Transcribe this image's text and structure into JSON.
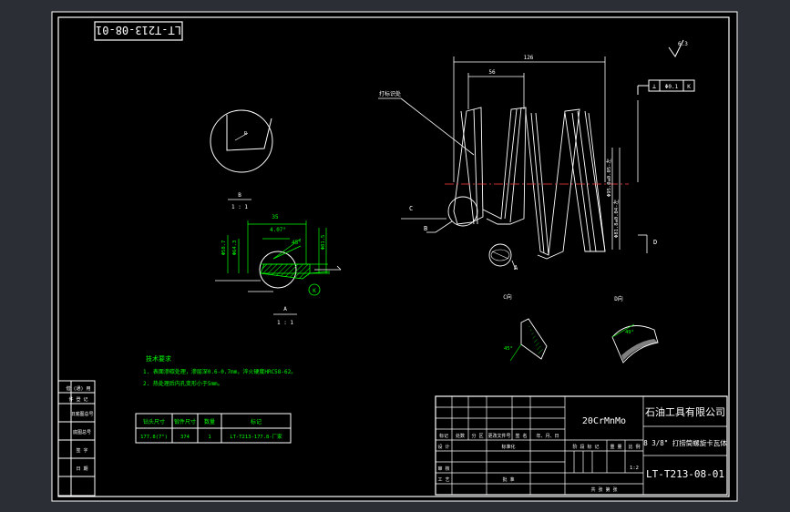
{
  "drawing_number_top": "LT-T213-08-01",
  "roughness_symbol": "6.3",
  "tolerance_frame": {
    "symbol": "⊥",
    "value": "Φ0.1",
    "datum": "K"
  },
  "main_view": {
    "overall_dim": "126",
    "pitch_dim": "56",
    "thread_callout": "打标识处",
    "label_c": "C",
    "label_b": "B",
    "label_d": "D",
    "label_a": "A",
    "dia_dim_1": "Φ95.0±0.05-左",
    "dia_dim_2": "Φ81.8±0.04-左"
  },
  "detail_b": {
    "label": "B",
    "scale": "1 : 1"
  },
  "detail_section": {
    "label": "A",
    "scale": "1 : 1",
    "dim_top": "35",
    "dim_angle_1": "4.07°",
    "dim_angle_2": "45°",
    "dim_left_1": "Φ58.7",
    "dim_left_2": "Φ64.3",
    "dim_right": "Φ81.5",
    "balloon": "K"
  },
  "view_c": {
    "label": "C向"
  },
  "view_d": {
    "label": "D向",
    "angle": "49°"
  },
  "view_c_angle": "45°",
  "tech_notes": {
    "title": "技术要求",
    "items": [
      "1. 表面渗碳处理，渗层深0.6-0.7mm，淬火硬度HRC58-62。",
      "2. 热处理后内孔变形小于5mm。"
    ]
  },
  "param_table": {
    "headers": [
      "钻头尺寸",
      "锻件尺寸",
      "数量",
      "标记"
    ],
    "row": [
      "177.8(7\")",
      "374",
      "1",
      "LT-T213-177.8-厂家"
    ]
  },
  "title_block": {
    "material": "20CrMnMo",
    "company": "石油工具有限公司",
    "part_name": "8 3/8\" 打捞筒螺旋卡瓦体",
    "drawing_number": "LT-T213-08-01",
    "scale": "1:2",
    "row_labels": [
      "标记",
      "处数",
      "分 区",
      "更改文件号",
      "签 名",
      "年、月、日"
    ],
    "design": "设 计",
    "standardize": "标准化",
    "stage_mark": "阶 段 标 记",
    "weight": "重 量",
    "ratio": "比 例",
    "review": "审 核",
    "process": "工 艺",
    "approve": "批 准",
    "sheet": "共  张  第  张"
  },
  "side_block": [
    "借 (通) 用",
    "件 登 记",
    "旧底图总号",
    "底图总号",
    "签 字",
    "日 期"
  ]
}
